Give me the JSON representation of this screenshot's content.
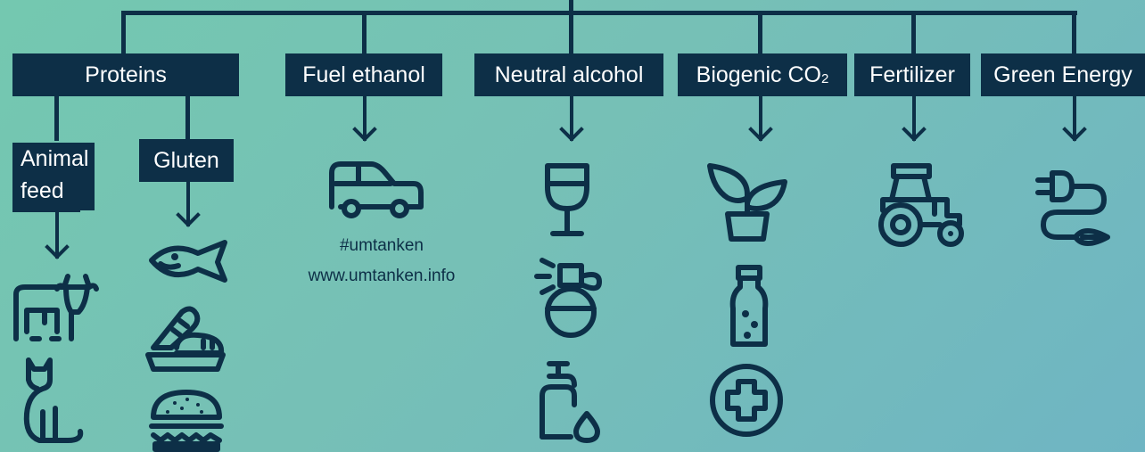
{
  "categories": {
    "proteins": "Proteins",
    "fuel_ethanol": "Fuel ethanol",
    "neutral_alcohol": "Neutral alcohol",
    "biogenic_co2": "Biogenic CO",
    "biogenic_co2_sub": "2",
    "fertilizer": "Fertilizer",
    "green_energy": "Green Energy"
  },
  "subcategories": {
    "animal_feed_line1": "Animal",
    "animal_feed_line2": "feed",
    "gluten": "Gluten"
  },
  "fuel_note": {
    "hashtag": "#umtanken",
    "website": "www.umtanken.info"
  },
  "colors": {
    "box": "#0d2f47",
    "text_on_box": "#ffffff",
    "background_start": "#74c8b0",
    "background_end": "#6fb5c3"
  },
  "icons": {
    "animal_feed": [
      "cow-icon",
      "cat-icon"
    ],
    "gluten": [
      "fish-icon",
      "bread-icon",
      "burger-icon"
    ],
    "fuel_ethanol": [
      "car-icon"
    ],
    "neutral_alcohol": [
      "wine-glass-icon",
      "perfume-icon",
      "soap-dispenser-icon"
    ],
    "biogenic_co2": [
      "plant-icon",
      "soda-bottle-icon",
      "medical-cross-icon"
    ],
    "fertilizer": [
      "tractor-icon"
    ],
    "green_energy": [
      "plug-leaf-icon"
    ]
  }
}
